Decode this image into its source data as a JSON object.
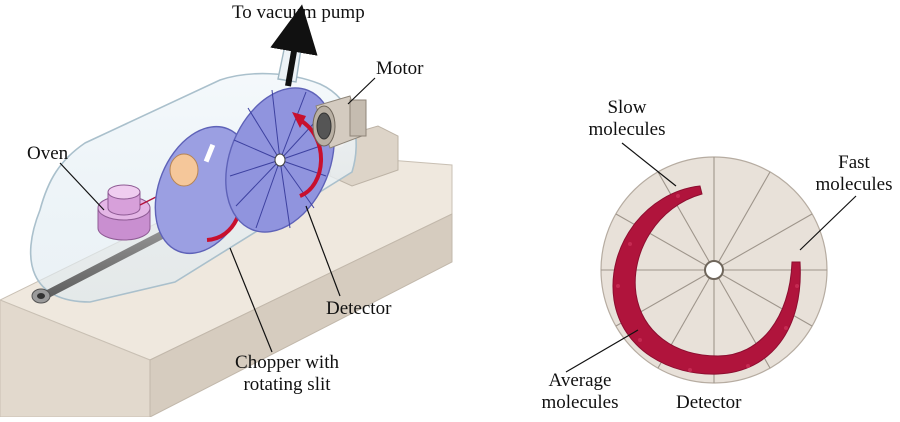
{
  "labels": {
    "vacuum_pump": "To vacuum pump",
    "motor": "Motor",
    "oven": "Oven",
    "detector_apparatus": "Detector",
    "chopper_line1": "Chopper with",
    "chopper_line2": "rotating slit",
    "slow_line1": "Slow",
    "slow_line2": "molecules",
    "fast_line1": "Fast",
    "fast_line2": "molecules",
    "average_line1": "Average",
    "average_line2": "molecules",
    "detector_disk": "Detector"
  },
  "colors": {
    "disk_blue": "#8f93dd",
    "deposit_red": "#b0143c",
    "oven_pink": "#d8a4dc",
    "base_beige": "#ede6dc",
    "detector_disk_fill": "#e7e0d8"
  }
}
